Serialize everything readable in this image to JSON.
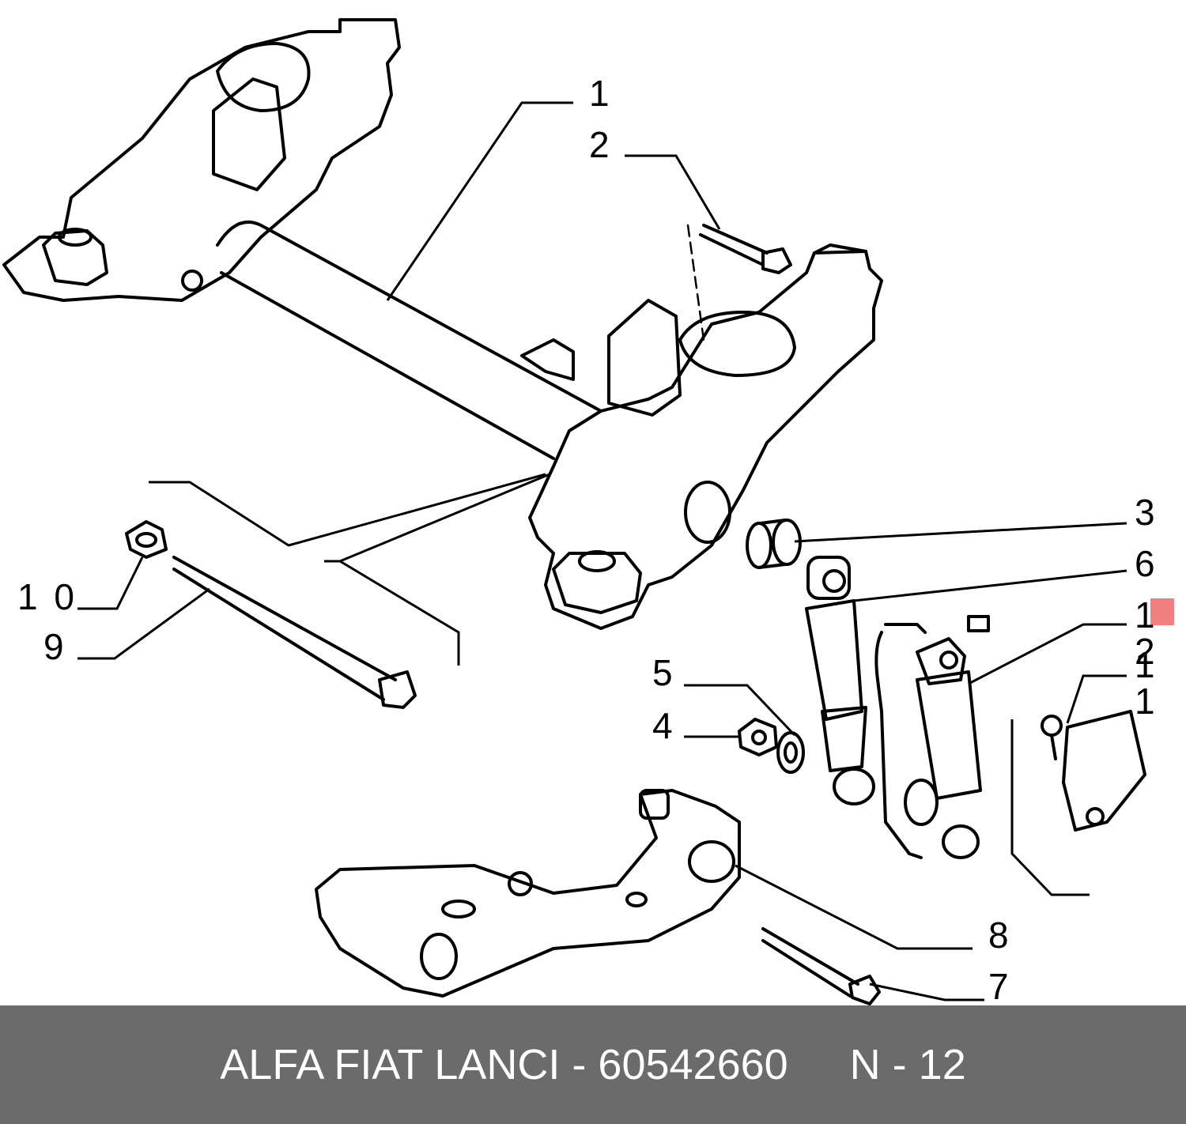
{
  "callouts": {
    "c1": "1",
    "c2": "2",
    "c3": "3",
    "c4": "4",
    "c5": "5",
    "c6": "6",
    "c7": "7",
    "c8": "8",
    "c9": "9",
    "c10": "1 0",
    "c11": "1 1",
    "c12": "1 2"
  },
  "footer": {
    "part_label": "ALFA FIAT LANCI - 60542660",
    "ref_label": "N - 12"
  },
  "colors": {
    "footer_bg": "#6b6b6b",
    "footer_text": "#ffffff",
    "highlight": "#f08080"
  }
}
